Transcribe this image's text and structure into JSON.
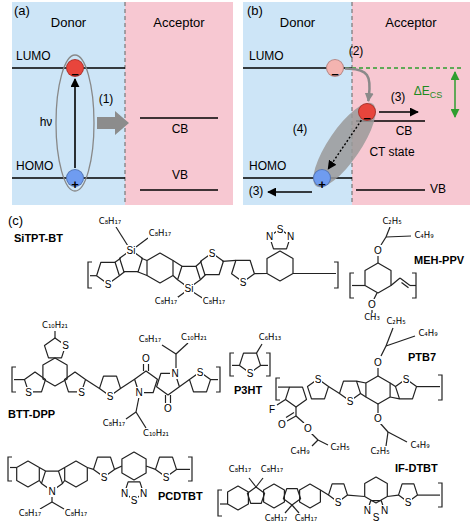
{
  "diagram": {
    "nodes": [
      {
        "text": [
          "Donor"
        ]
      },
      {
        "text": [
          "Acceptor"
        ]
      },
      {
        "text": [
          "−"
        ],
        "in": 0
      },
      {
        "text": [
          "+"
        ],
        "in": 0
      },
      {
        "text": [
          "Donor"
        ]
      },
      {
        "text": [
          "Acceptor"
        ]
      },
      {
        "text": [
          "−"
        ],
        "in": 4
      },
      {
        "text": [
          "−"
        ],
        "in": 5
      },
      {
        "text": [
          "+"
        ],
        "in": 4
      }
    ],
    "edges": [
      {
        "from": 3,
        "to": 2,
        "arrow": "to"
      },
      {
        "from": 6,
        "to": 7,
        "arrow": "to"
      },
      {
        "from": 7,
        "to": 8,
        "arrow": "to"
      }
    ],
    "labels": [
      "(a)",
      "LUMO",
      "hν",
      "(1)",
      "CB",
      "HOMO",
      "VB",
      "(b)",
      "LUMO",
      "(2)",
      "(3)",
      "ΔECS",
      "(4)",
      "CB",
      "CT state",
      "HOMO",
      "(3)",
      "VB",
      "(c)",
      "SiTPT-BT",
      "C₈H₁₇",
      "C₈H₁₇",
      "Si",
      "S",
      "S",
      "N",
      "S",
      "N",
      "Si",
      "S",
      "C₈H₁₇",
      "C₈H₁₇",
      "C₂H₅",
      "C₄H₉",
      "O",
      "MEH-PPV",
      "O",
      "CH₃",
      "C₁₀H₂₁",
      "S",
      "S",
      "S",
      "BTT-DPP",
      "S",
      "C₈H₁₇",
      "C₁₀H₂₁",
      "O",
      "N",
      "N",
      "O",
      "S",
      "C₈H₁₇",
      "C₁₀H₂₁",
      "C₆H₁₃",
      "S",
      "P3HT",
      "C₂H₅",
      "C₄H₉",
      "PTB7",
      "O",
      "F",
      "S",
      "S",
      "S",
      "O",
      "O",
      "C₄H₉",
      "C₂H₅",
      "O",
      "C₂H₅",
      "C₄H₉",
      "PCDTBT",
      "N",
      "C₈H₁₇",
      "C₈H₁₇",
      "S",
      "N",
      "S",
      "N",
      "S",
      "IF-DTBT",
      "C₈H₁₇",
      "C₈H₁₇",
      "S",
      "N",
      "S",
      "N",
      "S",
      "C₈H₁₇",
      "C₈H₁₇"
    ]
  }
}
